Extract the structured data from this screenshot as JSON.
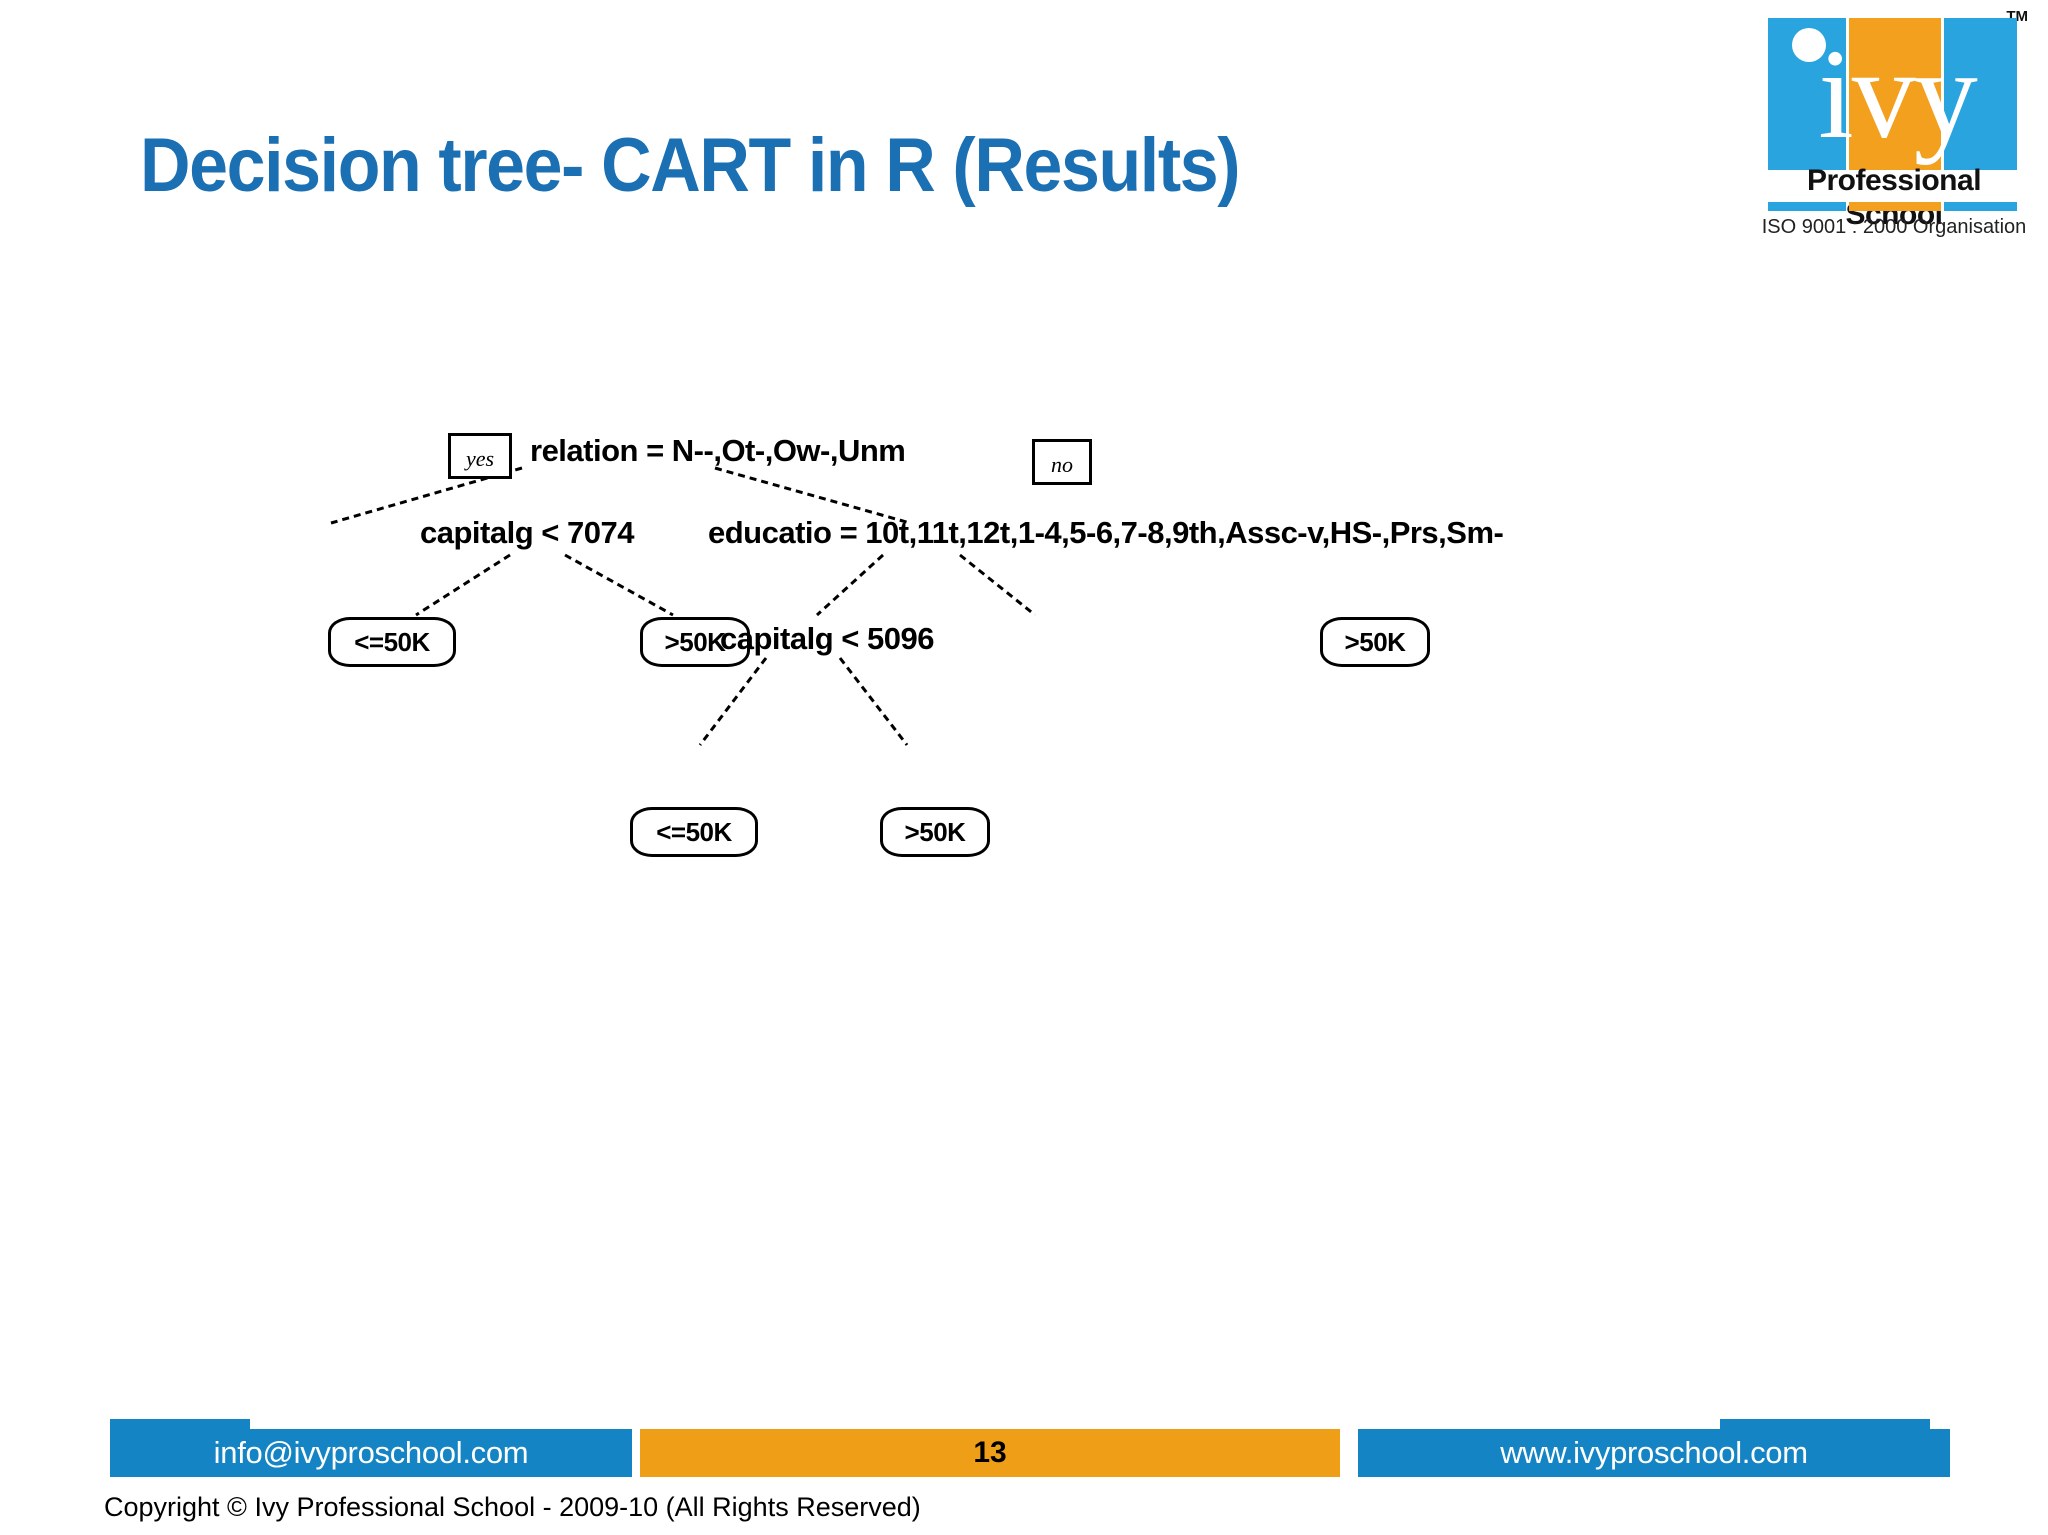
{
  "slide": {
    "title": "Decision tree- CART in R (Results)",
    "accent_blue": "#1B6FB3",
    "brand_blue": "#1484C4",
    "brand_orange": "#EE9F17"
  },
  "logo": {
    "tm": "TM",
    "letters": "ivy",
    "name": "Professional School",
    "iso": "ISO 9001 : 2000 Organisation"
  },
  "tree": {
    "root": {
      "yes_label": "yes",
      "condition": "relation = N--,Ot-,Ow-,Unm",
      "no_label": "no"
    },
    "level2": {
      "left": "capitalg < 7074",
      "right": "educatio = 10t,11t,12t,1-4,5-6,7-8,9th,Assc-v,HS-,Prs,Sm-"
    },
    "level3": {
      "leaf_1": "<=50K",
      "leaf_2": ">50K",
      "split": "capitalg < 5096",
      "leaf_3": ">50K"
    },
    "level4": {
      "leaf_4": "<=50K",
      "leaf_5": ">50K"
    }
  },
  "footer": {
    "email": "info@ivyproschool.com",
    "page_number": "13",
    "website": "www.ivyproschool.com",
    "copyright": "Copyright © Ivy Professional School - 2009-10 (All Rights Reserved)"
  }
}
